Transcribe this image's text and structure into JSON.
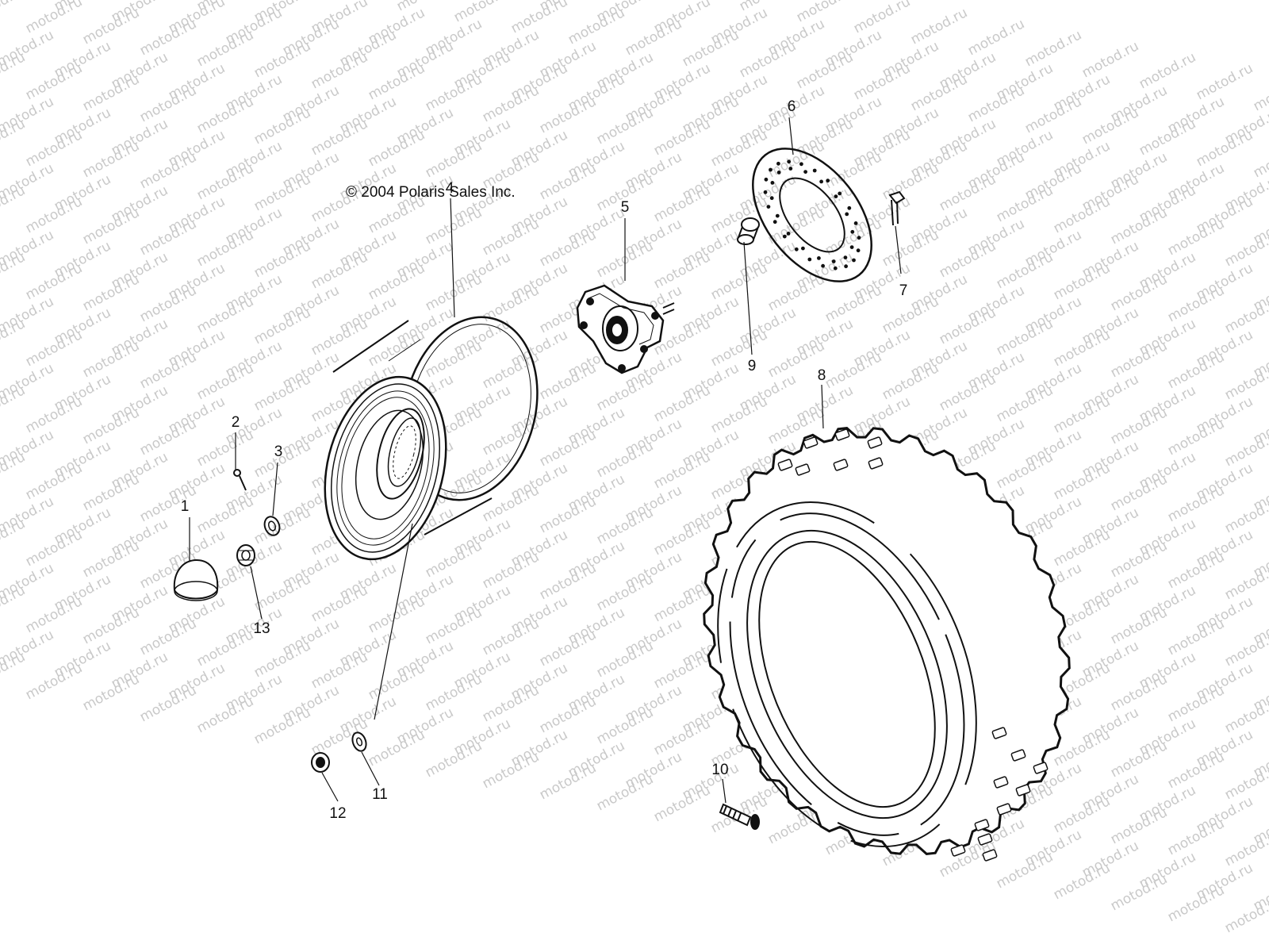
{
  "watermark": {
    "text": "motod.ru",
    "color": "#c9c9c9"
  },
  "copyright": "© 2004 Polaris Sales Inc.",
  "callouts": [
    {
      "number": "1",
      "part": "hub-cap"
    },
    {
      "number": "2",
      "part": "cotter-pin"
    },
    {
      "number": "3",
      "part": "washer"
    },
    {
      "number": "4",
      "part": "wheel-rim"
    },
    {
      "number": "5",
      "part": "wheel-hub"
    },
    {
      "number": "6",
      "part": "brake-disc"
    },
    {
      "number": "7",
      "part": "disc-bolt"
    },
    {
      "number": "8",
      "part": "tire"
    },
    {
      "number": "9",
      "part": "hub-stud"
    },
    {
      "number": "10",
      "part": "valve-stem"
    },
    {
      "number": "11",
      "part": "lug-washer"
    },
    {
      "number": "12",
      "part": "lug-nut"
    },
    {
      "number": "13",
      "part": "castle-nut"
    }
  ]
}
